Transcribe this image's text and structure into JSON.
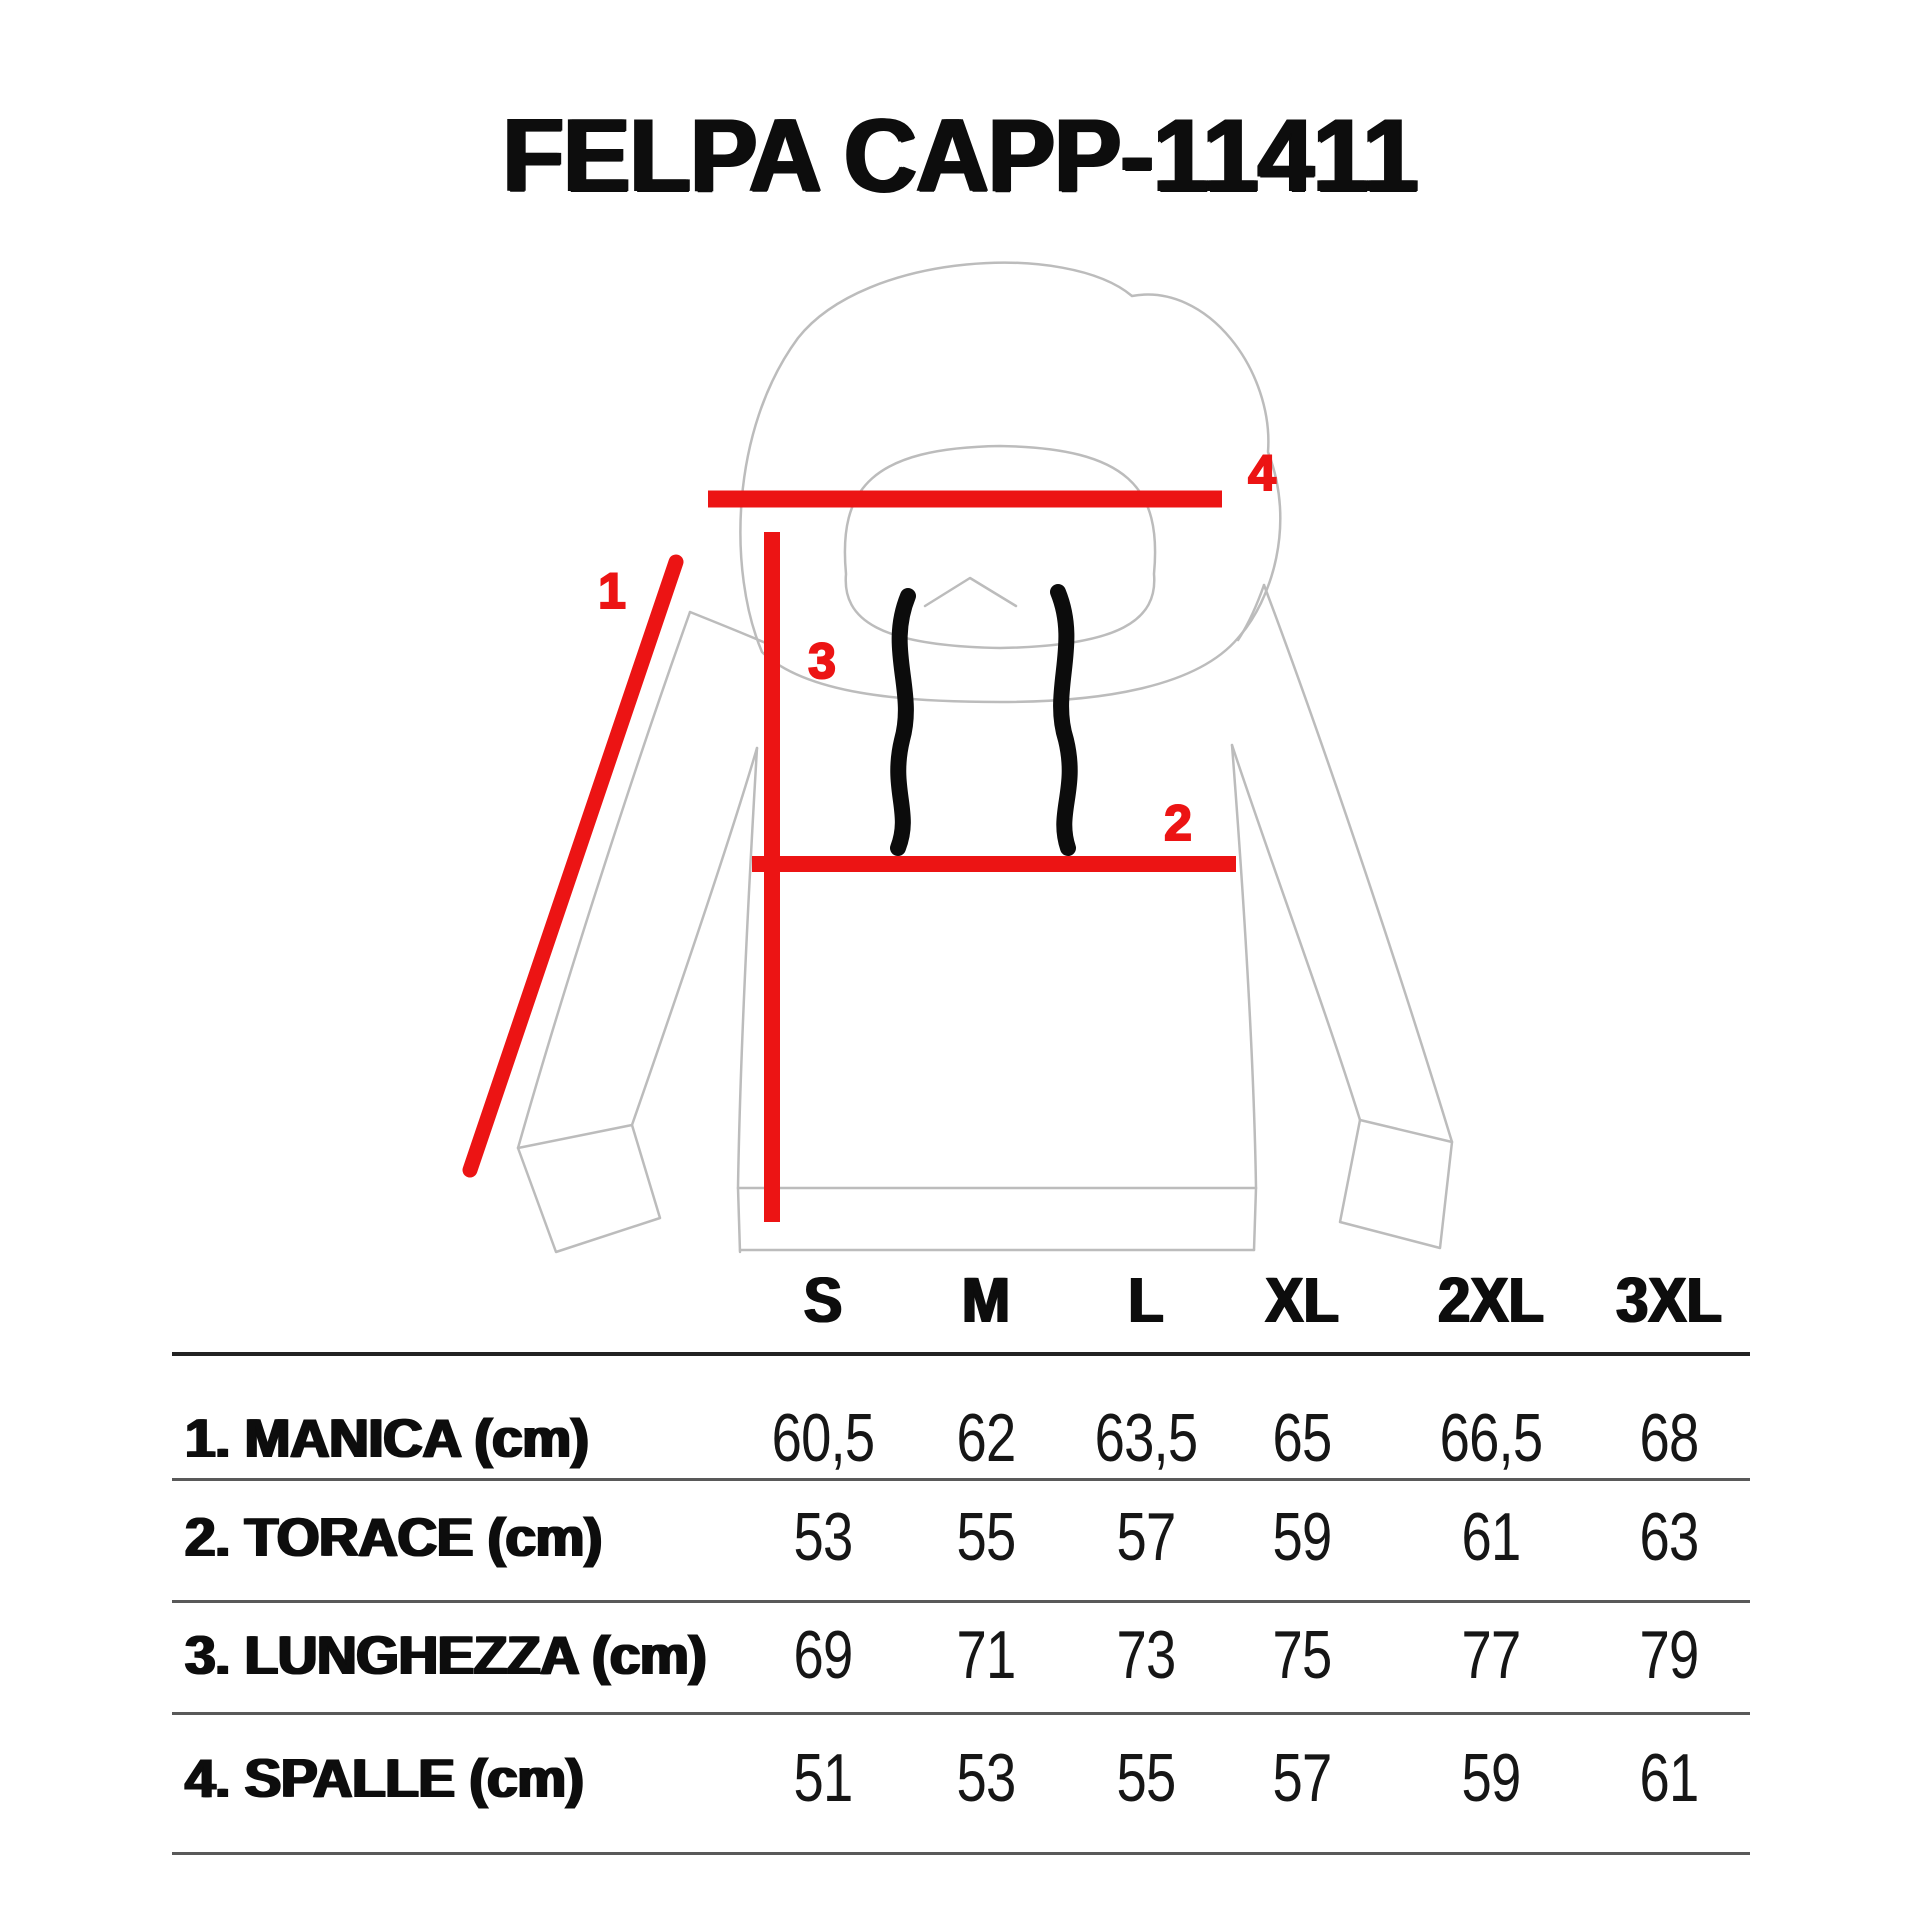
{
  "title": "FELPA CAPP-11411",
  "colors": {
    "accent_red": "#ec1414",
    "sketch_gray": "#bcbcbc",
    "rule_gray": "#595959",
    "text_black": "#0d0d0d"
  },
  "diagram": {
    "callouts": {
      "sleeve": "1",
      "chest": "2",
      "length": "3",
      "shoulders": "4"
    }
  },
  "table": {
    "columns": [
      "S",
      "M",
      "L",
      "XL",
      "2XL",
      "3XL"
    ],
    "rows": [
      {
        "label": "1. MANICA (cm)",
        "values": [
          "60,5",
          "62",
          "63,5",
          "65",
          "66,5",
          "68"
        ]
      },
      {
        "label": "2. TORACE (cm)",
        "values": [
          "53",
          "55",
          "57",
          "59",
          "61",
          "63"
        ]
      },
      {
        "label": "3. LUNGHEZZA (cm)",
        "values": [
          "69",
          "71",
          "73",
          "75",
          "77",
          "79"
        ]
      },
      {
        "label": "4. SPALLE (cm)",
        "values": [
          "51",
          "53",
          "55",
          "57",
          "59",
          "61"
        ]
      }
    ]
  }
}
